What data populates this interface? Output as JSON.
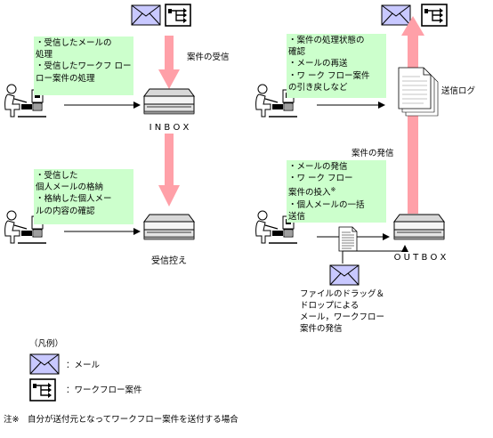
{
  "left_top": {
    "case_receive_label": "案件の受信",
    "note_lines": [
      "・受信したメールの",
      "  処理",
      "・受信したワークフ ロー",
      "  ロー案件の処理"
    ],
    "inbox_label": "I N B O X"
  },
  "left_bottom": {
    "note_lines": [
      "・受信した",
      "  個人メールの格納",
      "・格納した個人メー",
      "  ルの内容の確認"
    ],
    "storage_label": "受信控え"
  },
  "right_top": {
    "note_lines": [
      "・案件の処理状態の",
      "  確認",
      "・メールの再送",
      "・ワ ーク フロー案件",
      "  の引き戻しなど"
    ],
    "send_log_label": "送信ログ",
    "case_send_label": "案件の発信"
  },
  "right_bottom": {
    "note_lines": [
      "・メールの発信",
      "・ワ ーク フロー",
      "  案件の投入",
      "・個人メールの一括",
      "  送信"
    ],
    "note_mark": "※",
    "outbox_label": "O U T B O X",
    "drag_lines": [
      "ファイルのドラッグ＆",
      "ドロップによる",
      "メール，ワークフロー",
      "案件の発信"
    ]
  },
  "legend": {
    "title": "（凡例）",
    "mail_label": "：メール",
    "workflow_label": "：ワークフロー案件"
  },
  "footnote": "注※　自分が送付元となってワークフロー案件を送付する場合",
  "colors": {
    "note_bg": "#ccffcc",
    "arrow_fill": "#ffa0a8",
    "mail_fill": "#c8c8ff",
    "tray_fill": "#d8d8d8"
  },
  "icons": [
    "mail-icon",
    "workflow-icon",
    "user-pc-icon",
    "inbox-tray-icon",
    "outbox-tray-icon",
    "receipt-storage-icon",
    "document-icon"
  ]
}
